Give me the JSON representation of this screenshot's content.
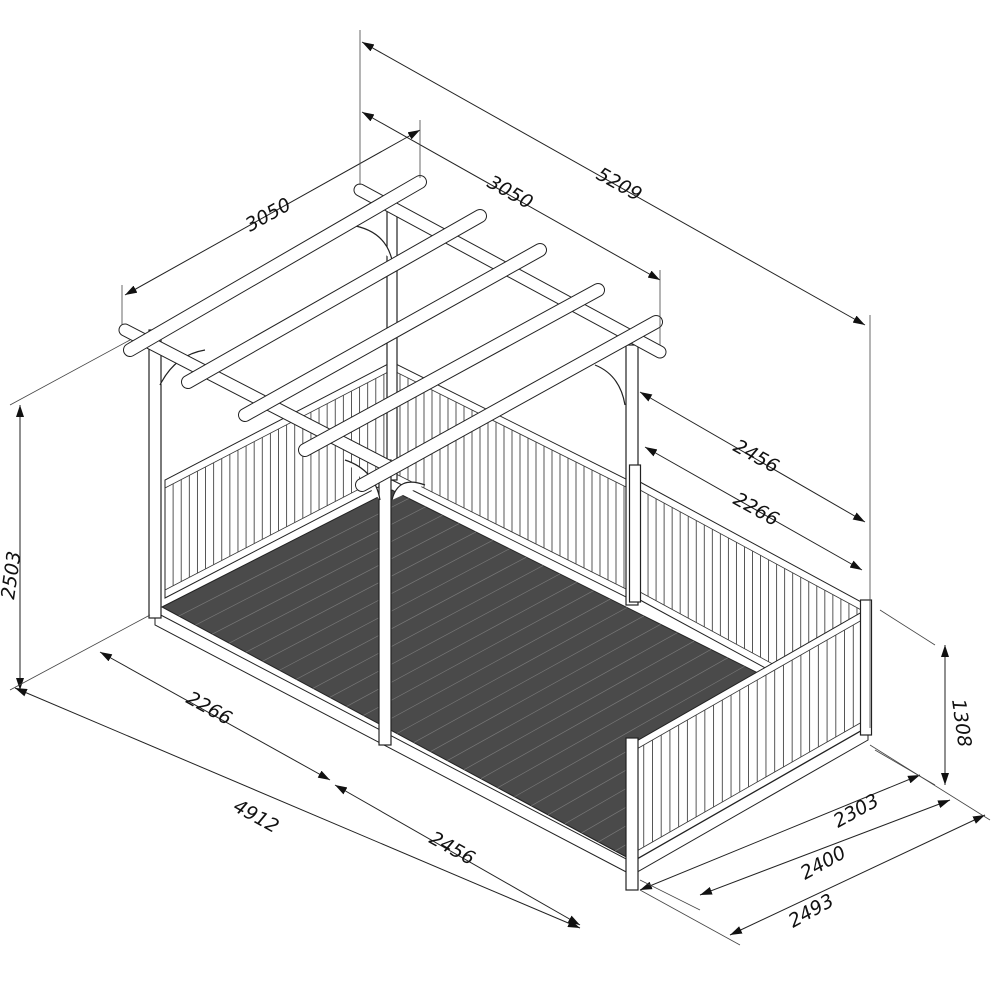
{
  "title": "Pergola deck dimension drawing",
  "colors": {
    "line": "#222222",
    "decking": "#4a4a4a",
    "background": "#ffffff"
  },
  "dimensions": {
    "overall_length_top": "5209",
    "pergola_width_top": "3050",
    "pergola_depth_left": "3050",
    "right_upper": "2456",
    "right_lower": "2266",
    "height_total": "2503",
    "rail_height": "1308",
    "bottom_left_inner": "2266",
    "bottom_overall": "4912",
    "bottom_right_inner": "2456",
    "width_inner": "2303",
    "width_mid": "2400",
    "width_outer": "2493"
  }
}
